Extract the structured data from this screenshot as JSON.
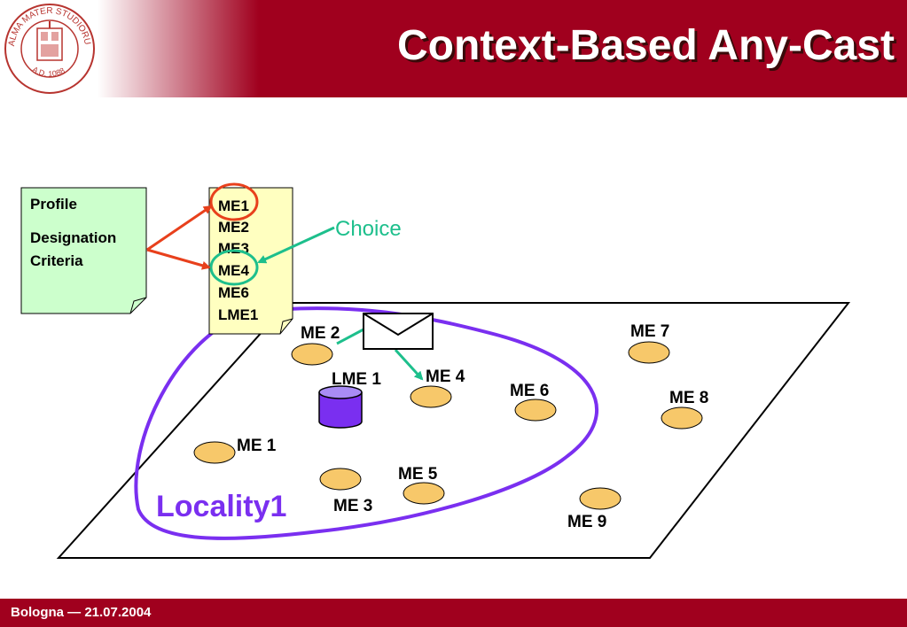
{
  "slide": {
    "title": "Context-Based Any-Cast",
    "footer": "Bologna — 21.07.2004"
  },
  "logo": {
    "ring_top": "ALMA MATER STUDIORUM",
    "ring_bottom": "A.D. 1088"
  },
  "profile_note": {
    "line1": "Profile",
    "line2": "Designation",
    "line3": "Criteria"
  },
  "list_note": {
    "items": [
      "ME1",
      "ME2",
      "ME3",
      "ME4",
      "ME6",
      "LME1"
    ]
  },
  "choice_label": "Choice",
  "locality_label": "Locality1",
  "nodes": {
    "me1": "ME 1",
    "me2": "ME 2",
    "me3": "ME 3",
    "me4": "ME 4",
    "me5": "ME 5",
    "me6": "ME 6",
    "me7": "ME 7",
    "me8": "ME 8",
    "me9": "ME 9",
    "lme1": "LME 1"
  },
  "colors": {
    "brand": "#a0001e",
    "node_fill": "#f7c86a",
    "locality": "#7a2ff0",
    "choice": "#1dbf8c",
    "designation_arrow": "#e8401c",
    "profile_note": "#ccffcc",
    "list_note": "#ffffc0"
  }
}
